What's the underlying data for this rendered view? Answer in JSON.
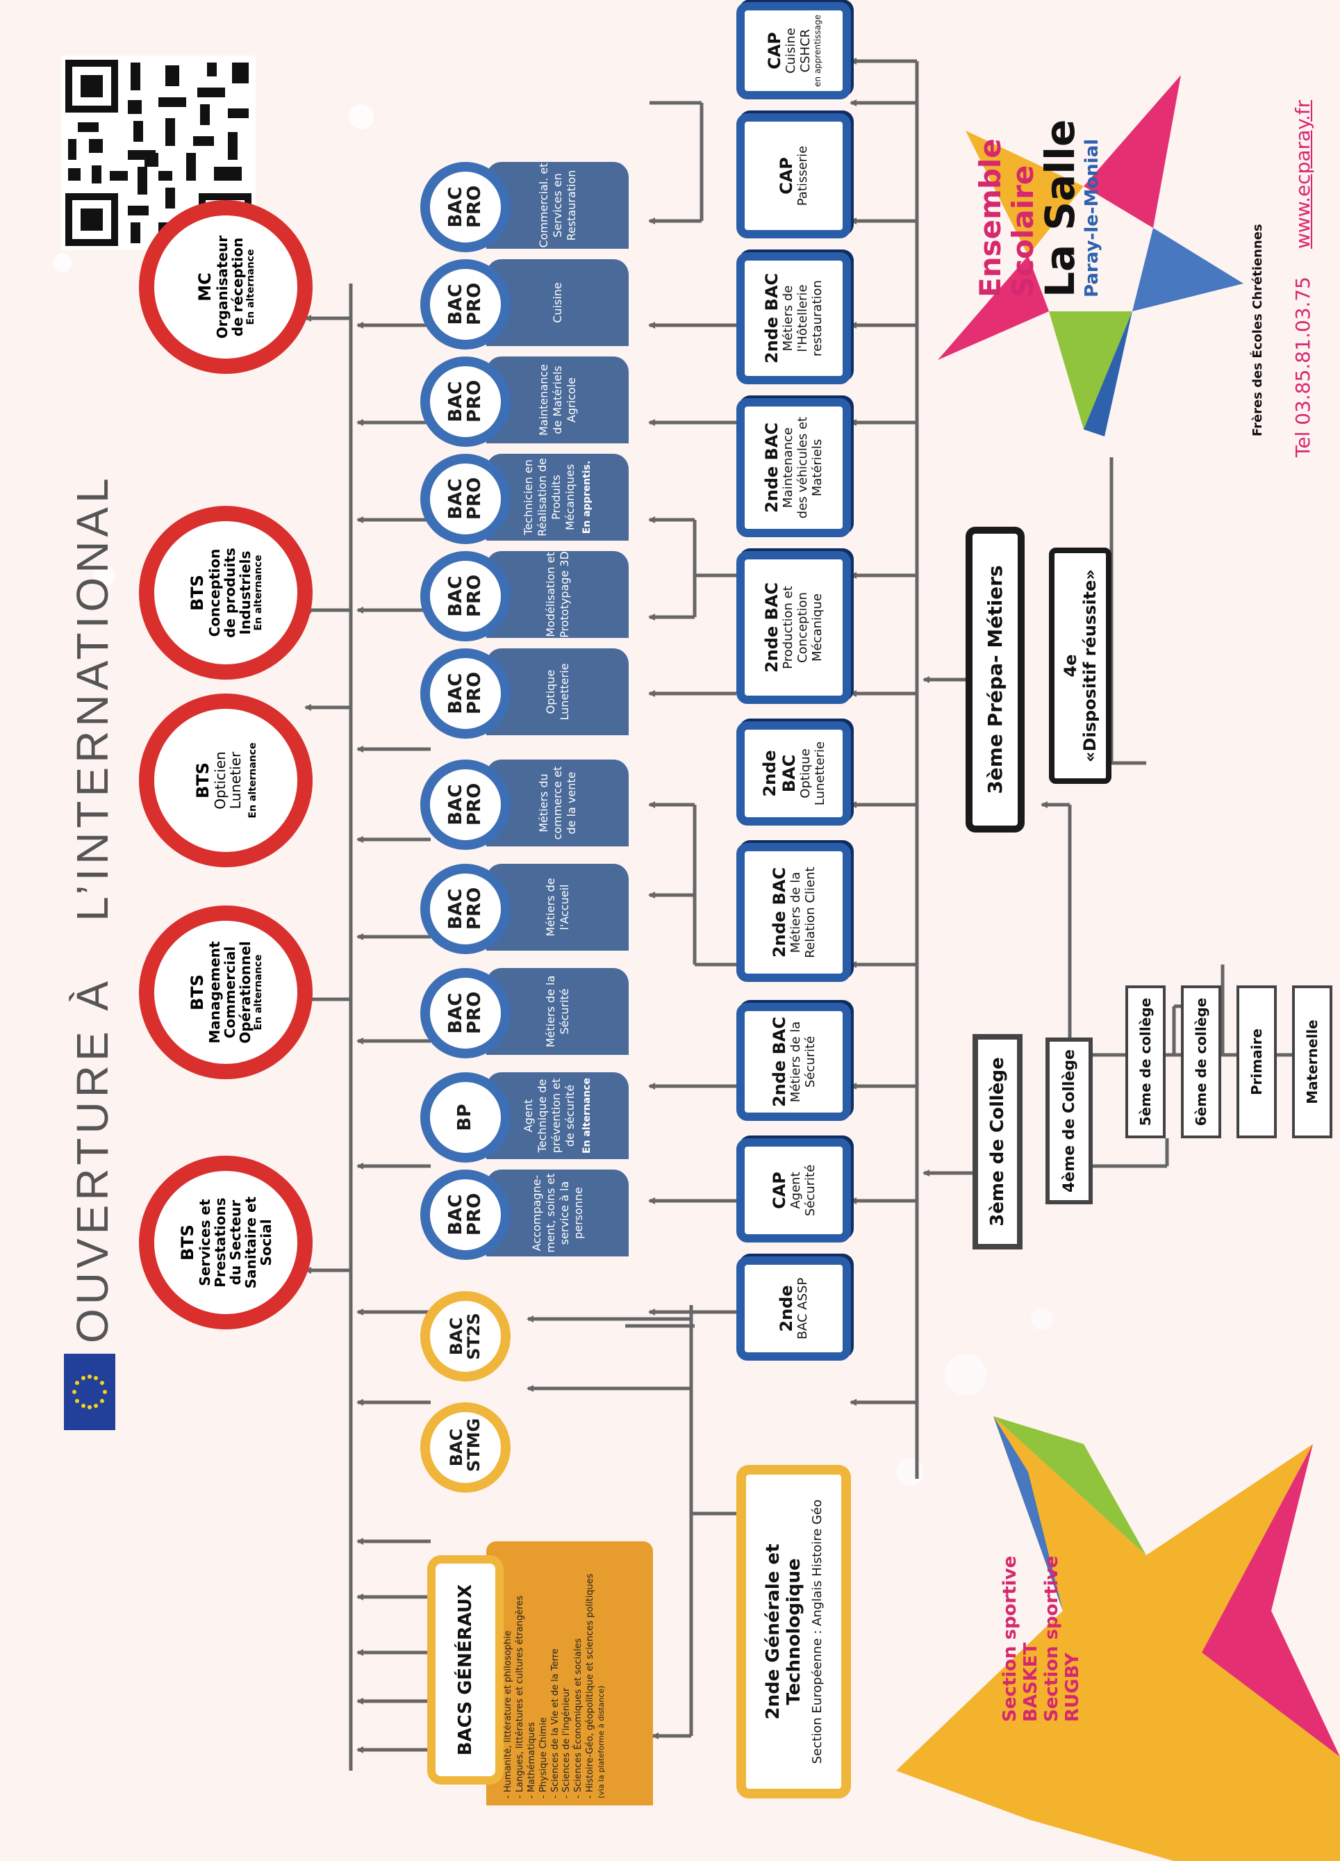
{
  "header": {
    "title_part1": "OUVERTURE À",
    "title_part2": "L’INTERNATIONAL"
  },
  "bts": [
    {
      "kind": "BTS",
      "name": "Services et Prestations du Secteur Sanitaire et Social",
      "note": ""
    },
    {
      "kind": "BTS",
      "name": "Management Commercial Opérationnel",
      "note": "En alternance"
    },
    {
      "kind": "BTS",
      "name": "Opticien Lunetier",
      "note": "En alternance"
    },
    {
      "kind": "BTS",
      "name": "Conception de produits Industriels",
      "note": "En alternance"
    },
    {
      "kind": "MC",
      "name": "Organisateur de réception",
      "note": "En alternance"
    }
  ],
  "bac_pro_row": [
    {
      "badge": "BAC PRO",
      "text": "Accompagne-ment, soins et service à la personne",
      "note": ""
    },
    {
      "badge": "BP",
      "text": "Agent Technique de prévention et de sécurité",
      "note": "En alternance"
    },
    {
      "badge": "BAC PRO",
      "text": "Métiers de la Sécurité",
      "note": ""
    },
    {
      "badge": "BAC PRO",
      "text": "Métiers de l'Accueil",
      "note": ""
    },
    {
      "badge": "BAC PRO",
      "text": "Métiers du commerce et de la vente",
      "note": ""
    },
    {
      "badge": "BAC PRO",
      "text": "Optique Lunetterie",
      "note": ""
    },
    {
      "badge": "BAC PRO",
      "text": "Modélisation et Prototypage 3D",
      "note": ""
    },
    {
      "badge": "BAC PRO",
      "text": "Technicien en Réalisation de Produits Mécaniques",
      "note": "En apprentis."
    },
    {
      "badge": "BAC PRO",
      "text": "Maintenance de Matériels Agricole",
      "note": ""
    },
    {
      "badge": "BAC PRO",
      "text": "Cuisine",
      "note": ""
    },
    {
      "badge": "BAC PRO",
      "text": "Commercial. et Services en Restauration",
      "note": ""
    }
  ],
  "bac_tech": [
    {
      "label": "BAC STMG"
    },
    {
      "label": "BAC ST2S"
    }
  ],
  "bacs_generaux": {
    "title": "BACS GÉNÉRAUX",
    "items": [
      "- Humanité, littérature et philosophie",
      "- Langues, littératures et cultures étrangères",
      "- Mathématiques",
      "- Physique Chimie",
      "- Sciences de la Vie et de la Terre",
      "- Sciences de l'ingénieur",
      "- Sciences Économiques et sociales",
      "- Histoire-Géo, géopolitique et sciences politiques",
      "(via la plateforme à distance)"
    ]
  },
  "seconde_row": [
    {
      "title": "2nde Générale et Technologique",
      "sub": "Section Européenne : Anglais Histoire Géo"
    },
    {
      "title": "2nde",
      "sub": "BAC ASSP"
    },
    {
      "title": "CAP",
      "sub": "Agent Sécurité"
    },
    {
      "title": "2nde BAC",
      "sub": "Métiers de la Sécurité"
    },
    {
      "title": "2nde BAC",
      "sub": "Métiers de la Relation Client"
    },
    {
      "title": "2nde BAC",
      "sub": "Optique Lunetterie"
    },
    {
      "title": "2nde BAC",
      "sub": "Production et Conception Mécanique"
    },
    {
      "title": "2nde BAC",
      "sub": "Maintenance des véhicules et Matériels"
    },
    {
      "title": "2nde BAC",
      "sub": "Métiers de l'Hôtellerie restauration"
    },
    {
      "title": "CAP",
      "sub": "Patisserie"
    },
    {
      "title": "CAP",
      "sub": "Cuisine CSHCR",
      "note": "en apprentissage"
    }
  ],
  "college": {
    "troisieme": "3ème de Collège",
    "quatrieme": "4ème de Collège",
    "prepa": "3ème Prépa- Métiers",
    "dispositif_line1": "4e",
    "dispositif_line2": "«Dispositif réussite»",
    "cinquieme": "5ème de collège",
    "sixieme": "6ème de collège",
    "primaire": "Primaire",
    "maternelle": "Maternelle"
  },
  "sport": {
    "line1": "Section sportive",
    "line2": "BASKET",
    "line3": "Section sportive",
    "line4": "RUGBY"
  },
  "brand": {
    "name1": "Ensemble Scolaire",
    "name2": "La Salle",
    "city": "Paray-le-Monial",
    "org": "Frères des Écoles Chrétiennes",
    "phone": "Tel 03.85.81.03.75",
    "website": "www.ecparay.fr"
  },
  "colors": {
    "red": "#d9302e",
    "blue": "#2a5da8",
    "pill": "#4a6a9a",
    "yellow": "#f0b53b",
    "orange": "#e79c2e",
    "magenta": "#d6286e",
    "arrow": "#666666"
  }
}
